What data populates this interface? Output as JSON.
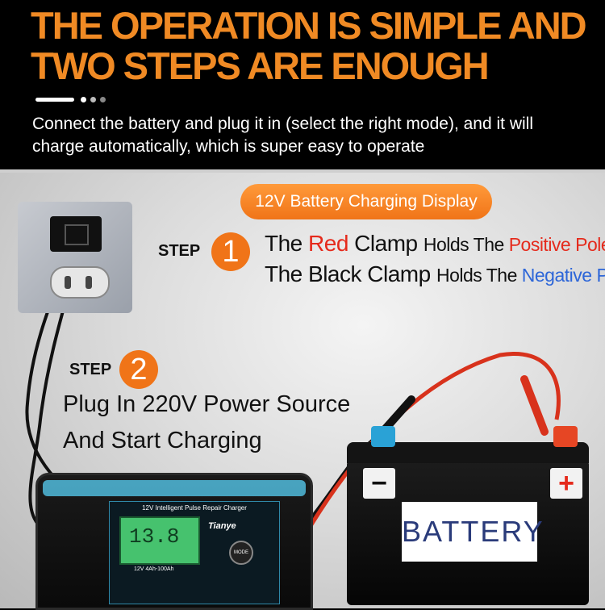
{
  "header": {
    "line1": "THE OPERATION IS SIMPLE AND",
    "line2": "TWO STEPS ARE ENOUGH",
    "subtitle": "Connect the battery and plug it in (select the right mode), and it will charge automatically, which is super easy to operate"
  },
  "display_pill": "12V Battery Charging Display",
  "step1": {
    "label": "STEP",
    "number": "1",
    "line1": {
      "a": "The ",
      "red": "Red",
      "b": " Clamp ",
      "c": "Holds The ",
      "pos": "Positive Pole"
    },
    "line2": {
      "a": "The Black Clamp ",
      "c": "Holds The ",
      "neg": "Negative Pole"
    }
  },
  "step2": {
    "label": "STEP",
    "number": "2",
    "line1": "Plug In 220V Power Source",
    "line2": "And Start Charging"
  },
  "charger": {
    "title": "12V Intelligent Pulse Repair Charger",
    "brand": "Tianye",
    "mode": "MODE",
    "lcd": "13.8",
    "spec": "12V 4Ah-100Ah"
  },
  "battery": {
    "label": "BATTERY",
    "minus": "−",
    "plus": "+"
  },
  "colors": {
    "orange": "#f08a24",
    "red": "#e52a1c",
    "blue": "#2d66d8",
    "cyan": "#54c6e8"
  }
}
